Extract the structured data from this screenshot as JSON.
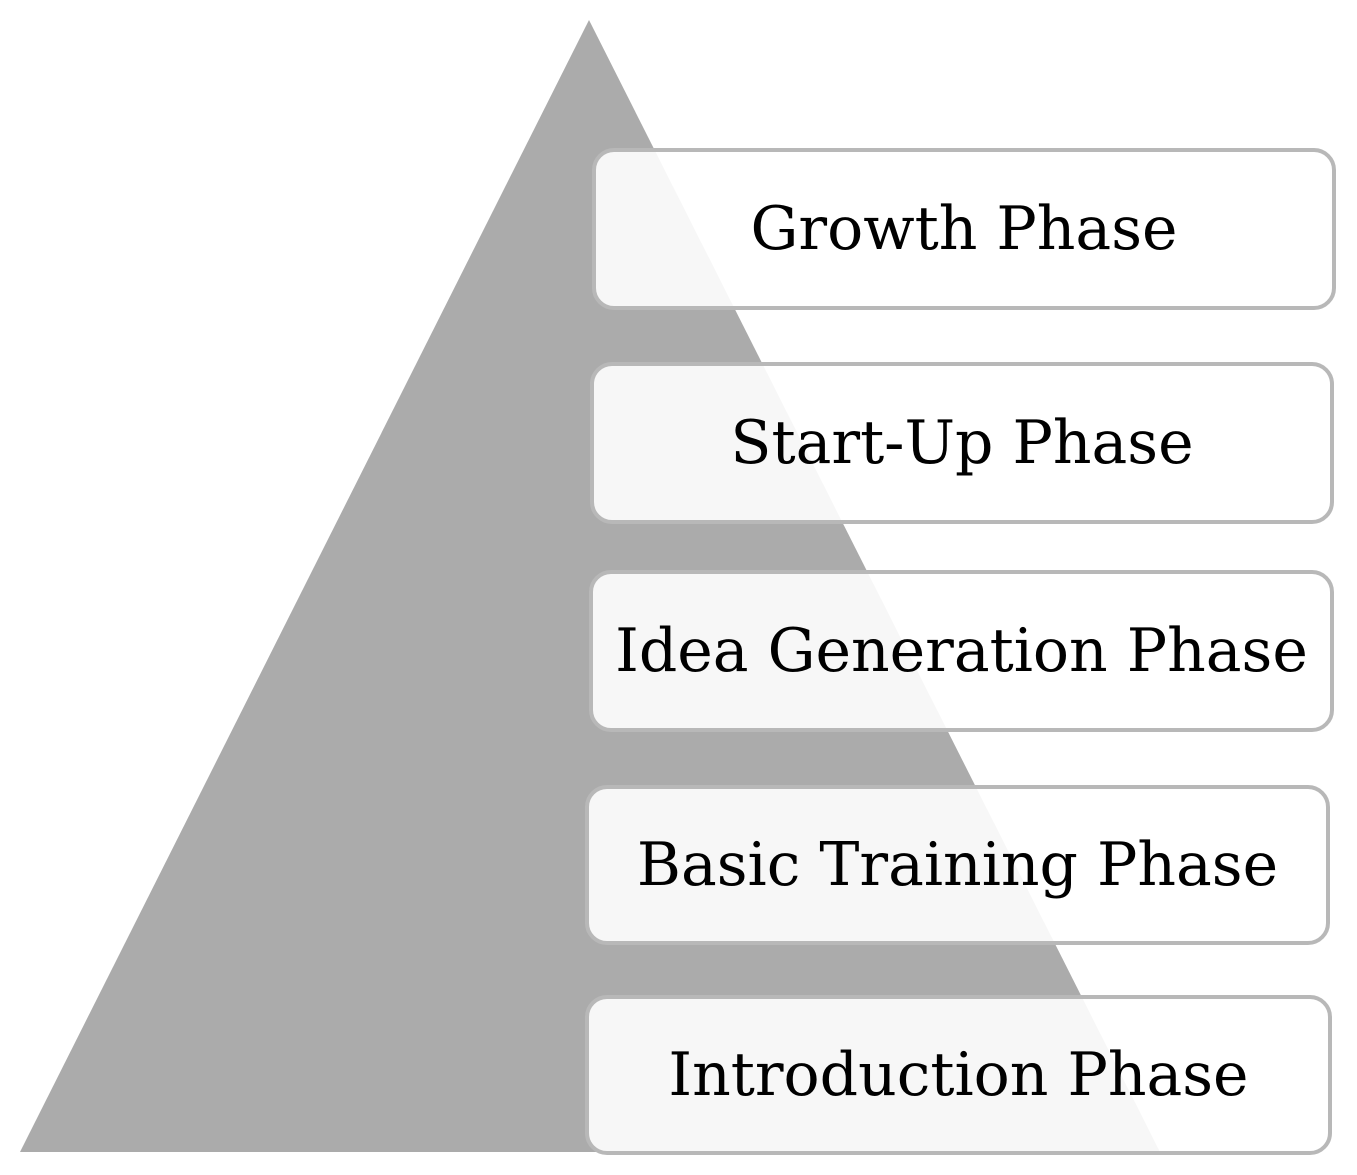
{
  "colors": {
    "pyramid_fill": "#ababab",
    "box_border": "#b8b8b8",
    "box_fill": "#ffffff",
    "text": "#000000"
  },
  "phases": [
    {
      "label": "Growth Phase"
    },
    {
      "label": "Start-Up Phase"
    },
    {
      "label": "Idea Generation Phase"
    },
    {
      "label": "Basic Training Phase"
    },
    {
      "label": "Introduction Phase"
    }
  ]
}
